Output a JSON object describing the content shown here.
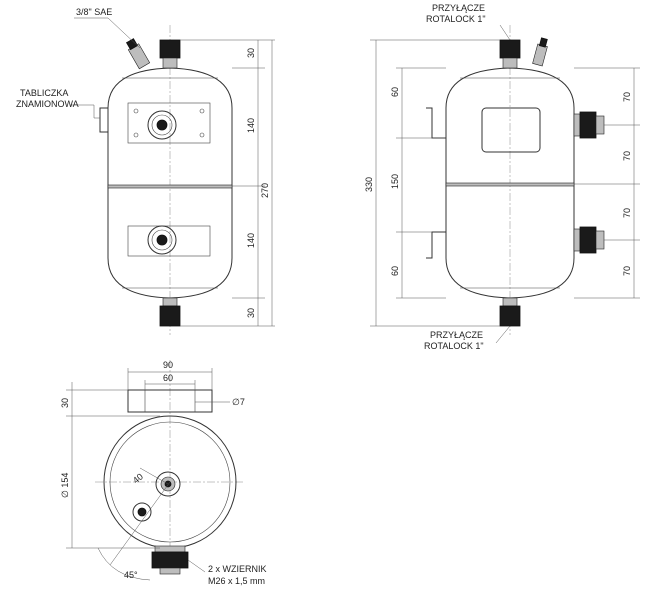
{
  "labels": {
    "sae": "3/8\" SAE",
    "plate_line1": "TABLICZKA",
    "plate_line2": "ZNAMIONOWA",
    "conn_top_line1": "PRZYŁĄCZE",
    "conn_top_line2": "ROTALOCK 1\"",
    "conn_bottom_line1": "PRZYŁĄCZE",
    "conn_bottom_line2": "ROTALOCK 1\"",
    "sight_line1": "2 x WZIERNIK",
    "sight_line2": "M26 x 1,5 mm"
  },
  "dims_front": {
    "top": "30",
    "upper": "140",
    "lower": "140",
    "bottom": "30",
    "overall": "270"
  },
  "dims_side": {
    "overall": "330",
    "bracket_top": "60",
    "between": "150",
    "bracket_bottom": "60",
    "glass1_top": "70",
    "glass1_bottom": "70",
    "glass2_top": "70",
    "glass2_bottom": "70"
  },
  "dims_plan": {
    "bracket_outer": "90",
    "bracket_inner": "60",
    "bracket_height": "30",
    "hole": "∅7",
    "diameter": "∅ 154",
    "radius": "40",
    "angle": "45°"
  }
}
